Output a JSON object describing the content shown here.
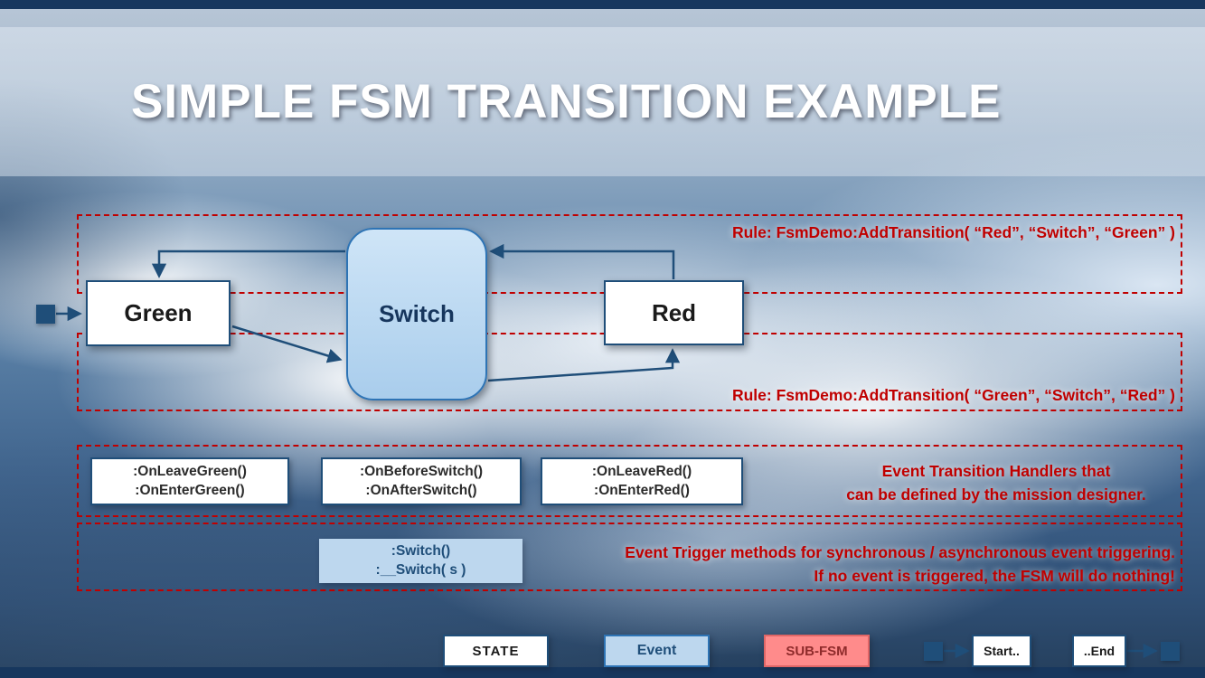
{
  "title": "SIMPLE FSM TRANSITION EXAMPLE",
  "diagram": {
    "state_green": "Green",
    "event_switch": "Switch",
    "state_red": "Red",
    "rule_top": "Rule: FsmDemo:AddTransition( “Red”, “Switch”, “Green” )",
    "rule_bottom": "Rule: FsmDemo:AddTransition( “Green”, “Switch”, “Red” )"
  },
  "handlers": {
    "green": {
      "line1": ":OnLeaveGreen()",
      "line2": ":OnEnterGreen()"
    },
    "switch": {
      "line1": ":OnBeforeSwitch()",
      "line2": ":OnAfterSwitch()"
    },
    "red": {
      "line1": ":OnLeaveRed()",
      "line2": ":OnEnterRed()"
    },
    "note_line1": "Event Transition Handlers that",
    "note_line2": "can be defined by the mission designer."
  },
  "triggers": {
    "line1": ":Switch()",
    "line2": ":__Switch( s )",
    "note_line1": "Event Trigger methods for synchronous / asynchronous event triggering.",
    "note_line2": "If no event is triggered, the FSM will do nothing!"
  },
  "legend": {
    "state": "STATE",
    "event": "Event",
    "subfsm": "SUB-FSM",
    "start": "Start..",
    "end": "..End"
  },
  "colors": {
    "accent_red": "#C00000",
    "dark_blue": "#1F4E79",
    "light_blue": "#BDD7EE",
    "subfsm_fill": "#FF8B8B"
  }
}
